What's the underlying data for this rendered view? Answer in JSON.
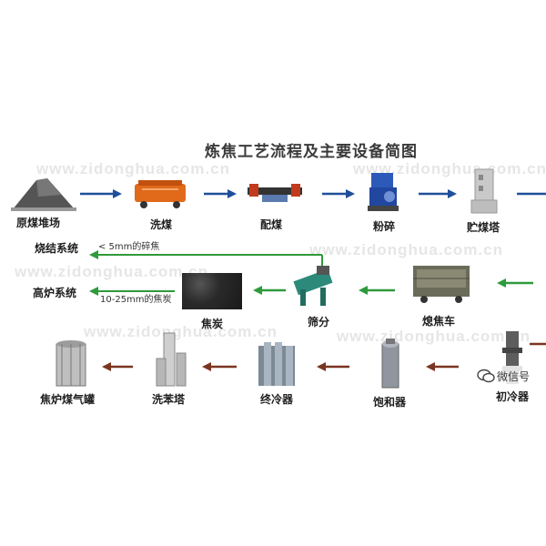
{
  "title": "炼焦工艺流程及主要设备简图",
  "watermark": "www.zidonghua.com.cn",
  "row1": [
    "原煤堆场",
    "洗煤",
    "配煤",
    "粉碎",
    "贮煤塔"
  ],
  "row2": [
    "焦炭",
    "筛分",
    "熄焦车"
  ],
  "row3": [
    "焦炉煤气罐",
    "洗苯塔",
    "终冷器",
    "饱和器",
    "初冷器"
  ],
  "outputs": {
    "sinter": "烧结系统",
    "furnace": "高炉系统",
    "sinter_note": "< 5mm的碎焦",
    "furnace_note": "10-25mm的焦炭"
  },
  "wechat": "微信号",
  "colors": {
    "row1_arrow": "#1f4f9a",
    "row2_arrow": "#2e9a3c",
    "row3_arrow": "#7a3520"
  }
}
